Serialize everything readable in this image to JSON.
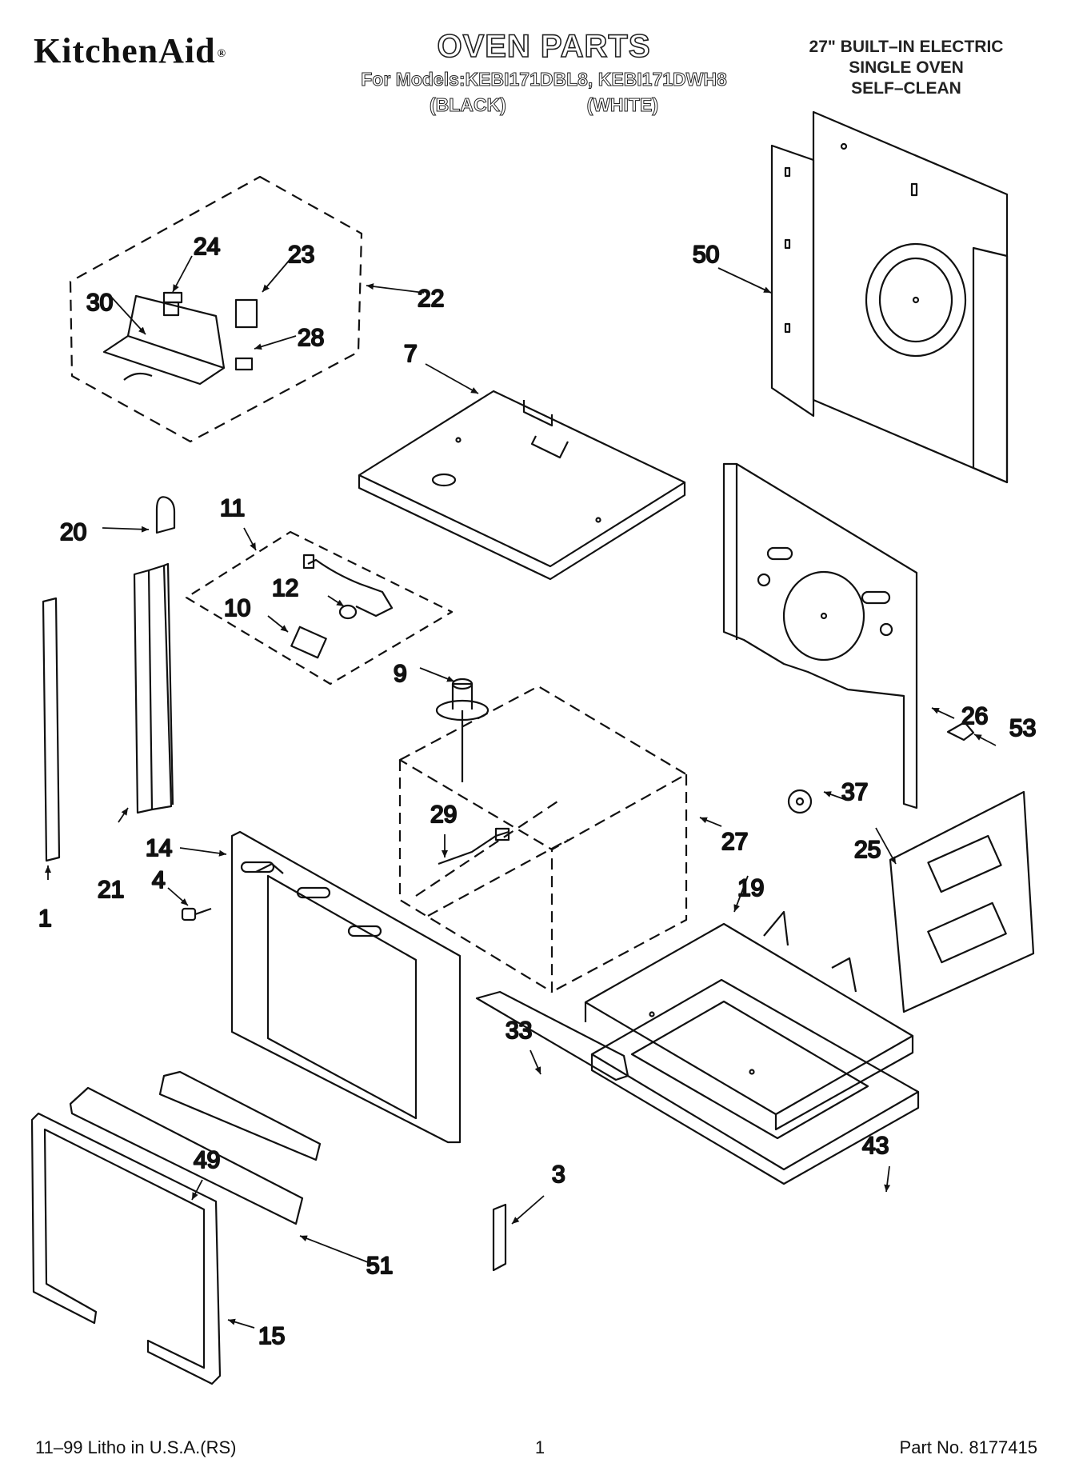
{
  "header": {
    "brand": "KitchenAid",
    "brand_mark": "®",
    "title": "OVEN PARTS",
    "models": "For Models:KEBI171DBL8, KEBI171DWH8",
    "color_black": "(BLACK)",
    "color_white": "(WHITE)",
    "product_line1": "27\" BUILT–IN ELECTRIC",
    "product_line2": "SINGLE OVEN",
    "product_line3": "SELF–CLEAN"
  },
  "callouts": [
    "1",
    "3",
    "4",
    "7",
    "9",
    "10",
    "11",
    "12",
    "14",
    "15",
    "19",
    "20",
    "21",
    "22",
    "23",
    "24",
    "25",
    "26",
    "27",
    "28",
    "29",
    "30",
    "33",
    "37",
    "43",
    "49",
    "50",
    "51",
    "53"
  ],
  "footer": {
    "litho": "11–99 Litho in U.S.A.(RS)",
    "page": "1",
    "part_no": "Part No. 8177415"
  }
}
